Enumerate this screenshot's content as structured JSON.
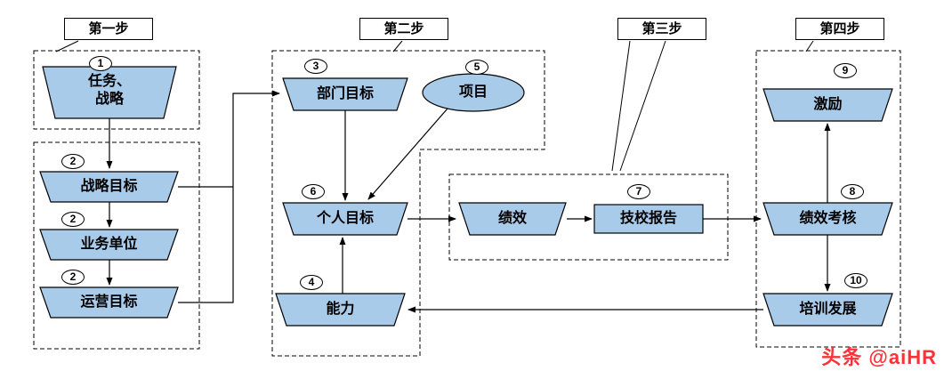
{
  "steps": [
    {
      "label": "第一步"
    },
    {
      "label": "第二步"
    },
    {
      "label": "第三步"
    },
    {
      "label": "第四步"
    }
  ],
  "nodes": {
    "task": {
      "num": "1",
      "line1": "任务、",
      "line2": "战略"
    },
    "strategic": {
      "num": "2",
      "label": "战略目标"
    },
    "business": {
      "num": "2",
      "label": "业务单位"
    },
    "operational": {
      "num": "2",
      "label": "运营目标"
    },
    "dept": {
      "num": "3",
      "label": "部门目标"
    },
    "project": {
      "num": "5",
      "label": "项目"
    },
    "personal": {
      "num": "6",
      "label": "个人目标"
    },
    "ability": {
      "num": "4",
      "label": "能力"
    },
    "performance": {
      "label": "绩效"
    },
    "report": {
      "num": "7",
      "label": "技校报告"
    },
    "incentive": {
      "num": "9",
      "label": "激励"
    },
    "appraisal": {
      "num": "8",
      "label": "绩效考核"
    },
    "training": {
      "num": "10",
      "label": "培训发展"
    }
  },
  "watermark_text": "头条 @aiHR",
  "colors": {
    "node_fill": "#A9CBEA",
    "node_border": "#000000",
    "line": "#000000",
    "watermark": "#FD3238"
  }
}
